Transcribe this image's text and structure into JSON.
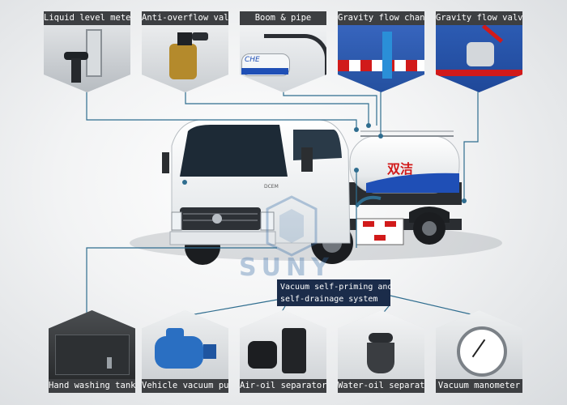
{
  "top_components": [
    {
      "label": "Liquid level meter"
    },
    {
      "label": "Anti-overflow valve"
    },
    {
      "label": "Boom & pipe"
    },
    {
      "label": "Gravity flow channel"
    },
    {
      "label": "Gravity flow valve"
    }
  ],
  "bottom_components": [
    {
      "label": "Hand washing tank"
    },
    {
      "label": "Vehicle vacuum pump"
    },
    {
      "label": "Air-oil separator"
    },
    {
      "label": "Water-oil separator"
    },
    {
      "label": "Vacuum manometer"
    }
  ],
  "system_callout": {
    "line1": "Vacuum self-priming and",
    "line2": "self-drainage system"
  },
  "truck": {
    "tank_text": "双洁",
    "cab_badge": "DCEM",
    "pipe_tag": "CHE"
  },
  "watermark": "SUNY",
  "colors": {
    "label_bg": "#3d3f42",
    "connector": "#2f6d8f",
    "callout_bg": "#1b2c4a",
    "truck_body": "#ffffff",
    "tank_accent": "#1f4fb6",
    "reflective_red": "#d11a1a"
  }
}
